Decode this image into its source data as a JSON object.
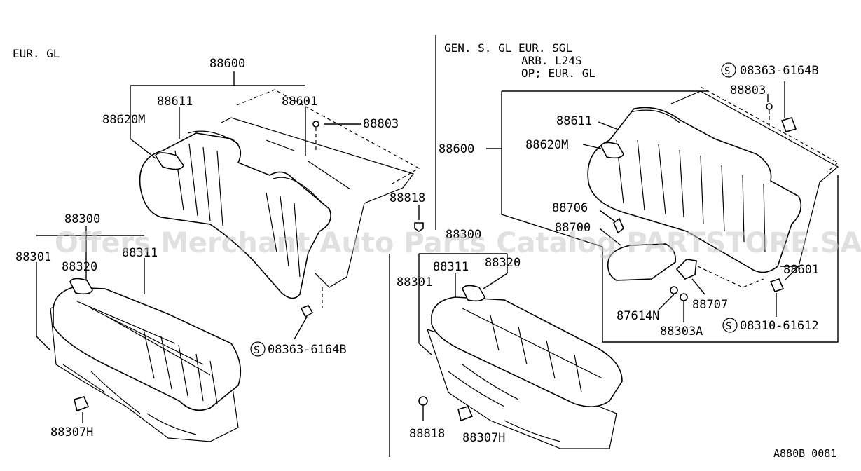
{
  "sections": {
    "left_variant": "EUR. GL",
    "right_variant_1": "GEN. S. GL  EUR. SGL",
    "right_variant_2": "ARB. L24S",
    "right_variant_3": "OP; EUR. GL"
  },
  "watermark": "Offers Merchant Auto Parts Catalog PARTSTORE.SA",
  "diagram_code": "A880B 0081",
  "left": {
    "back_assembly": "88600",
    "back_trim": "88611",
    "back_armrest": "88620M",
    "back_frame": "88601",
    "back_clip": "88803",
    "back_bolt": "08363-6164B",
    "cushion_assembly": "88300",
    "cushion_frame": "88301",
    "cushion_pad": "88320",
    "cushion_trim": "88311",
    "cushion_hook": "88307H"
  },
  "center": {
    "clip": "88818",
    "cushion_assembly": "88300",
    "cushion_trim": "88311",
    "cushion_pad": "88320",
    "cushion_frame": "88301",
    "clip_lower": "88818",
    "cushion_hook": "88307H"
  },
  "right": {
    "bolt_top": "08363-6164B",
    "clip": "88803",
    "back_trim": "88611",
    "back_assembly": "88600",
    "back_armrest": "88620M",
    "armrest_hinge": "88706",
    "armrest": "88700",
    "back_frame": "88601",
    "hinge_bracket": "88707",
    "washer": "87614N",
    "screw": "88303A",
    "bolt_bottom": "08310-61612"
  }
}
